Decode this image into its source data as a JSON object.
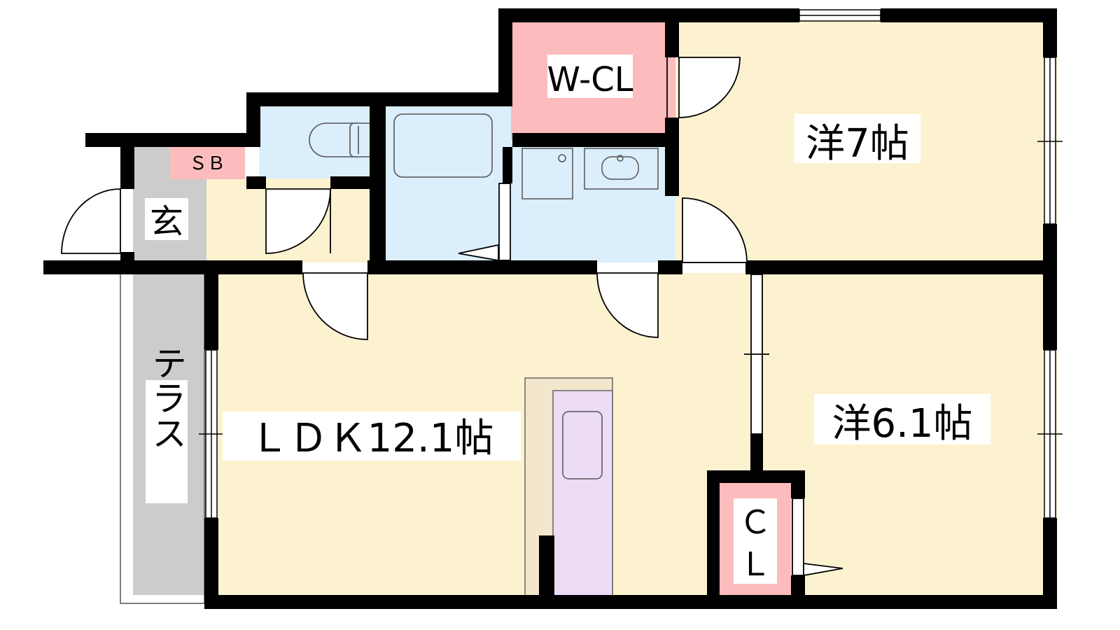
{
  "plan": {
    "colors": {
      "wall": "#000000",
      "room_cream": "#fdf2d0",
      "wet_blue": "#dbeefc",
      "closet_pink": "#fcbcbd",
      "entrance_gray": "#cccccc",
      "kitchen_lavender": "#ecdcf4",
      "counter_tan": "#f2e6cc"
    },
    "rooms": {
      "walk_in_closet": "W-CL",
      "bedroom_north": "洋7帖",
      "shoe_box": "ＳＢ",
      "entrance": "玄",
      "terrace": "テラス",
      "living_dining_kitchen": "ＬＤＫ12.1帖",
      "bedroom_south": "洋6.1帖",
      "closet_top": "Ｃ",
      "closet_bottom": "Ｌ"
    }
  }
}
